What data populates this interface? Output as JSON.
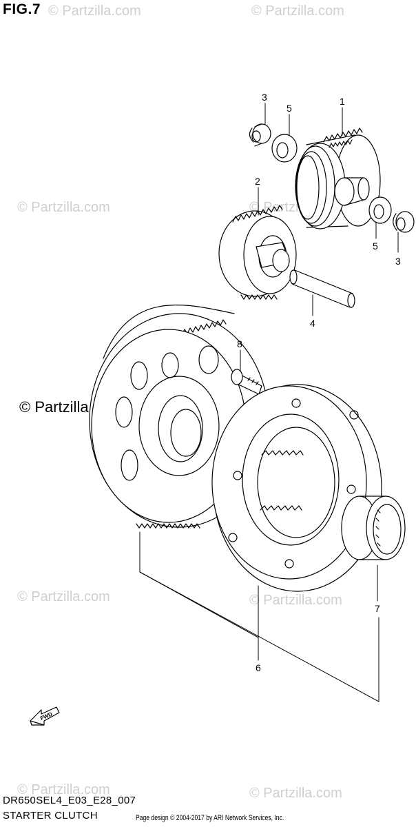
{
  "figure": {
    "title": "FIG.7",
    "model_code": "DR650SEL4_E03_E28_007",
    "group_title": "STARTER CLUTCH",
    "copyright": "Page design © 2004-2017 by ARI Network Services, Inc.",
    "fwd_label": "FWD"
  },
  "watermark": {
    "text": "© Partzilla.com"
  },
  "callouts": {
    "c1": "1",
    "c2": "2",
    "c3a": "3",
    "c3b": "3",
    "c4": "4",
    "c5a": "5",
    "c5b": "5",
    "c6": "6",
    "c7": "7",
    "c8": "8"
  }
}
